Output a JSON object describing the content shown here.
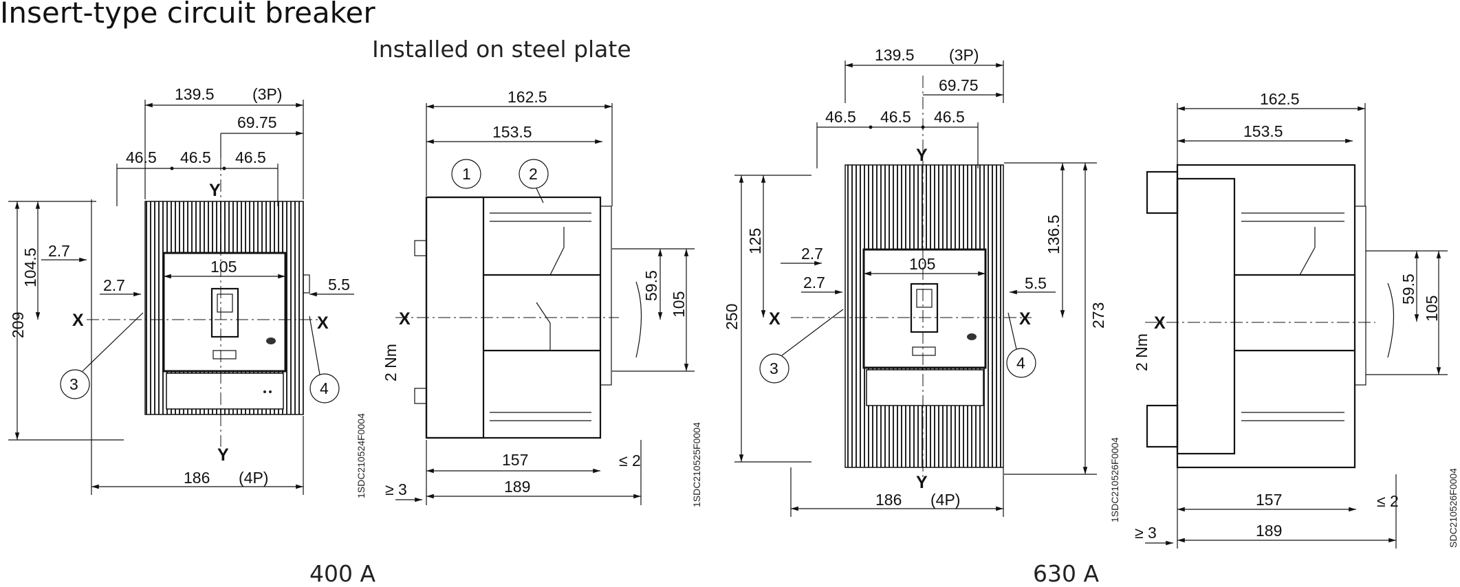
{
  "title": "Insert-type circuit breaker",
  "subtitle": "Installed on steel plate",
  "ratings": {
    "left": "400 A",
    "right": "630 A"
  },
  "axes": {
    "x": "X",
    "y": "Y"
  },
  "callouts": [
    "1",
    "2",
    "3",
    "4"
  ],
  "drawing_codes": [
    "1SDC210524F0004",
    "1SDC210525F0004",
    "1SDC210526F0004",
    "SDC210526F0004"
  ],
  "front_400": {
    "width_3p": "139.5",
    "label_3p": "(3P)",
    "half": "69.75",
    "pitch": [
      "46.5",
      "46.5",
      "46.5"
    ],
    "height_total": "209",
    "height_half": "104.5",
    "offset_a": "2.7",
    "offset_b": "2.7",
    "inner_width": "105",
    "side": "5.5",
    "width_4p": "186",
    "label_4p": "(4P)"
  },
  "side_400": {
    "depth_total": "162.5",
    "depth_body": "153.5",
    "torque": "2 Nm",
    "h1": "59.5",
    "h2": "105",
    "d1": "157",
    "d2": "189",
    "gap_min": "≥ 3",
    "gap_max": "≤ 2"
  },
  "front_630": {
    "width_3p": "139.5",
    "label_3p": "(3P)",
    "half": "69.75",
    "pitch": [
      "46.5",
      "46.5",
      "46.5"
    ],
    "height_total": "250",
    "height_half": "125",
    "height_right": "273",
    "height_right_half": "136.5",
    "offset_a": "2.7",
    "offset_b": "2.7",
    "inner_width": "105",
    "side": "5.5",
    "width_4p": "186",
    "label_4p": "(4P)"
  },
  "side_630": {
    "depth_total": "162.5",
    "depth_body": "153.5",
    "torque": "2 Nm",
    "h1": "59.5",
    "h2": "105",
    "d1": "157",
    "d2": "189",
    "gap_min": "≥ 3",
    "gap_max": "≤ 2"
  }
}
